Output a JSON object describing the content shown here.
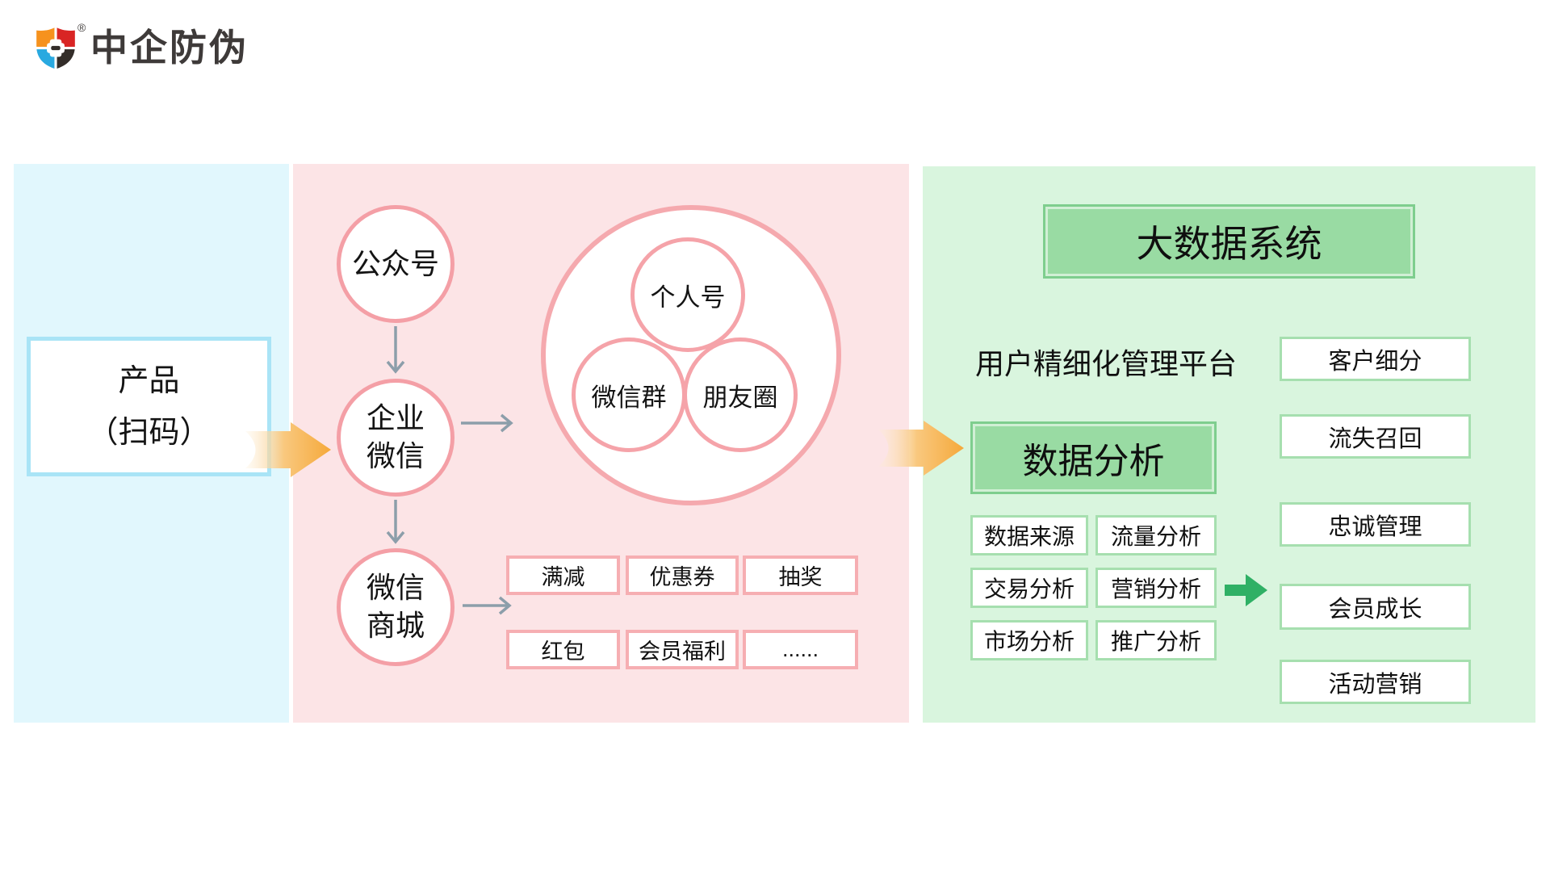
{
  "brand": {
    "title": "中企防伪",
    "registered": "®"
  },
  "product": {
    "line1": "产品",
    "line2": "（扫码）"
  },
  "wechat": {
    "official_account": "公众号",
    "enterprise_line1": "企业",
    "enterprise_line2": "微信",
    "mall_line1": "微信",
    "mall_line2": "商城",
    "venn": {
      "personal": "个人号",
      "group": "微信群",
      "moments": "朋友圈"
    },
    "promos": [
      "满减",
      "优惠券",
      "抽奖",
      "红包",
      "会员福利",
      "......"
    ]
  },
  "bigdata": {
    "title": "大数据系统",
    "platform": "用户精细化管理平台",
    "analysis": "数据分析",
    "analysis_items": [
      "数据来源",
      "流量分析",
      "交易分析",
      "营销分析",
      "市场分析",
      "推广分析"
    ],
    "outcomes": [
      "客户细分",
      "流失召回",
      "忠诚管理",
      "会员成长",
      "活动营销"
    ]
  },
  "colors": {
    "panel_product_bg": "#E1F7FD",
    "panel_wechat_bg": "#FCE4E6",
    "panel_bigdata_bg": "#D9F5DE",
    "product_box_border": "#A9E4F6",
    "pink_circle_border": "#F49FA6",
    "pink_box_border": "#F6AEB2",
    "green_fill_box": "#99DBA3",
    "green_box_border": "#A6DFAF",
    "orange_arrow": "#F5A93B",
    "gray_arrow": "#8C9EAA",
    "green_arrow": "#2FB065",
    "brand_text": "#3E3A39",
    "logo_orange": "#F6921E",
    "logo_red": "#D92524",
    "logo_blue": "#29A9E0",
    "logo_dark": "#332D29"
  }
}
